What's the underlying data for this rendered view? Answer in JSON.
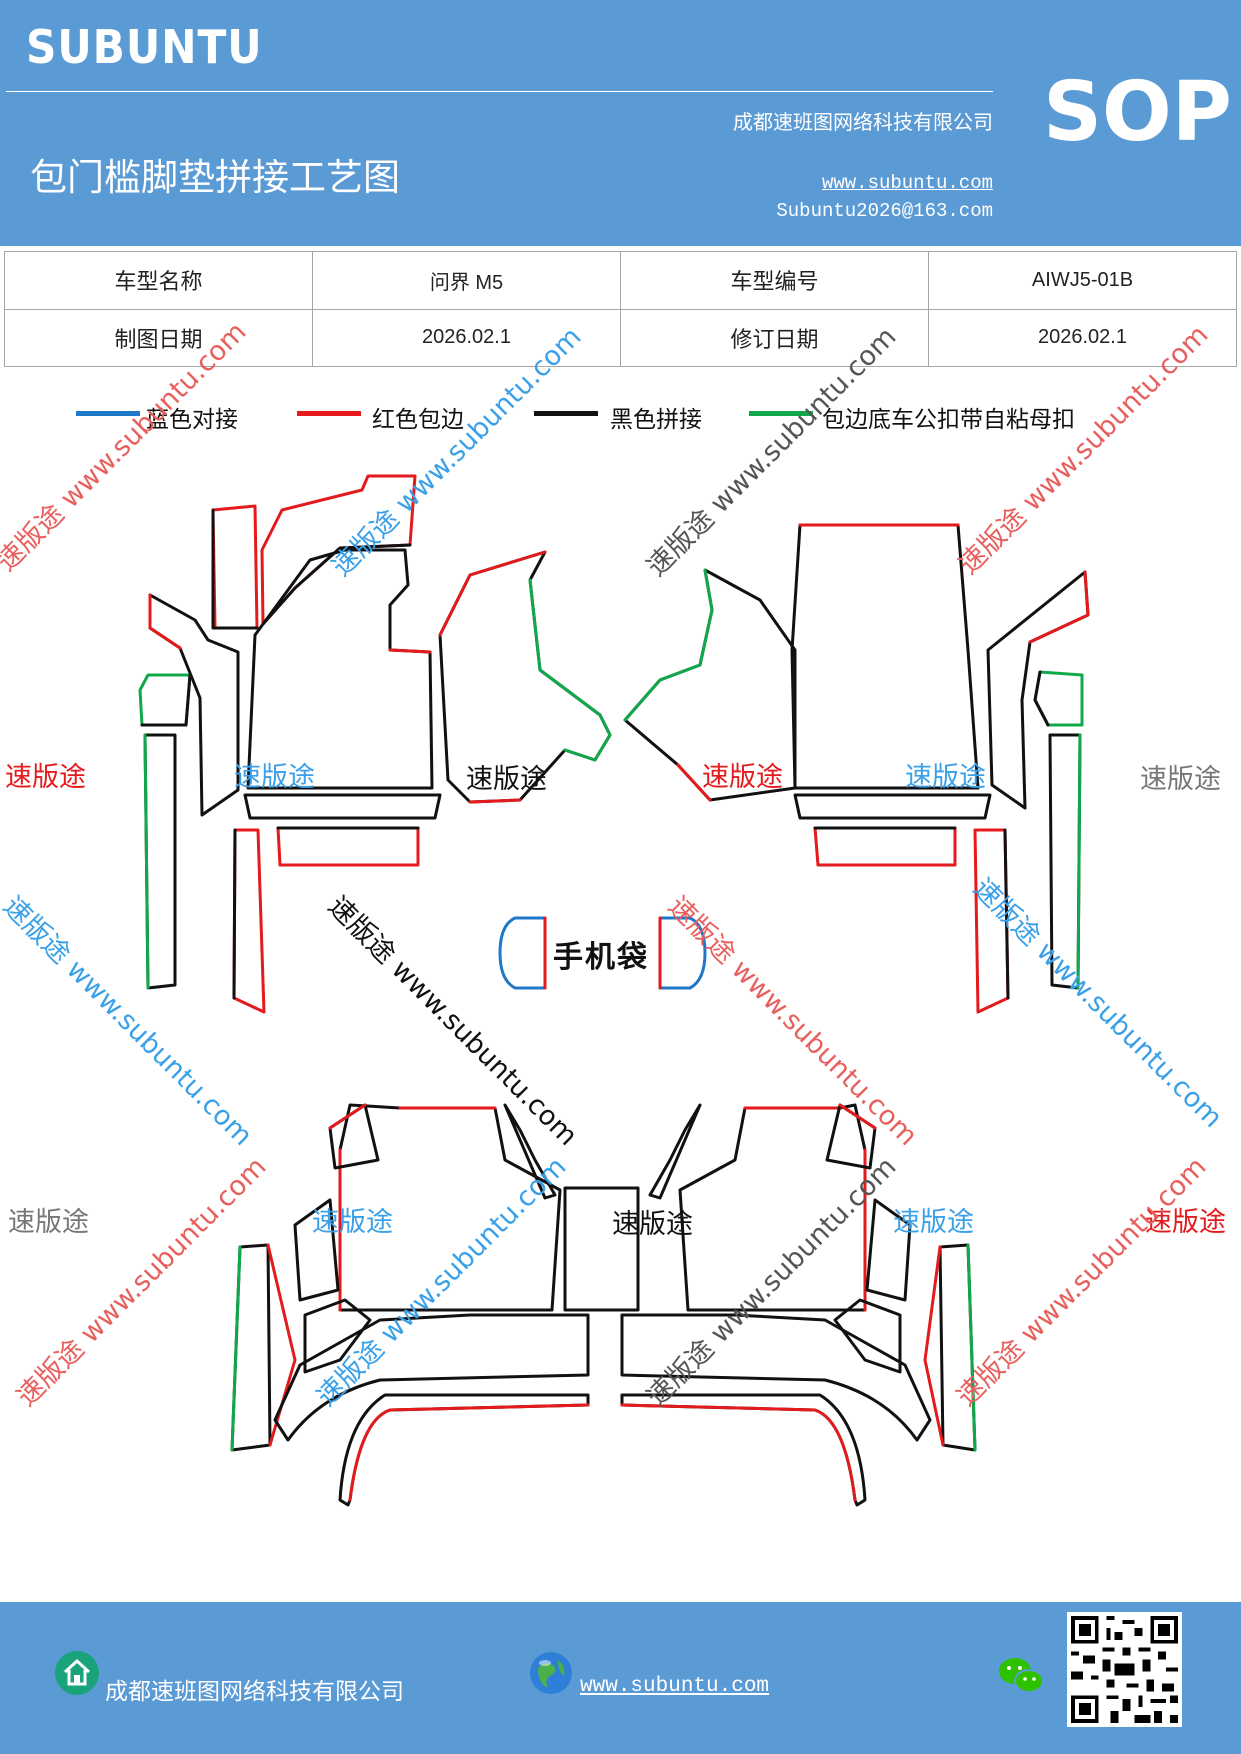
{
  "header": {
    "brand": "SUBUNTU",
    "title": "包门槛脚垫拼接工艺图",
    "company": "成都速班图网络科技有限公司",
    "website": "www.subuntu.com",
    "email": "Subuntu2026@163.com",
    "badge": "SOP"
  },
  "info_table": {
    "rows": [
      [
        "车型名称",
        "问界 M5",
        "车型编号",
        "AIWJ5-01B"
      ],
      [
        "制图日期",
        "2026.02.1",
        "修订日期",
        "2026.02.1"
      ]
    ]
  },
  "legend": [
    {
      "label": "蓝色对接",
      "color": "#1f77c8"
    },
    {
      "label": "红色包边",
      "color": "#e41a1c"
    },
    {
      "label": "黑色拼接",
      "color": "#111111"
    },
    {
      "label": "包边底车公扣带自粘母扣",
      "color": "#10a84a"
    }
  ],
  "watermarks": {
    "brand": "速版途",
    "site": "www.subuntu.com"
  },
  "diagram": {
    "phone_bag_label": "手机袋"
  },
  "footer": {
    "company": "成都速班图网络科技有限公司",
    "website": "www.subuntu.com",
    "icons": [
      "home-icon",
      "globe-icon",
      "wechat-icon",
      "qr-code"
    ]
  }
}
